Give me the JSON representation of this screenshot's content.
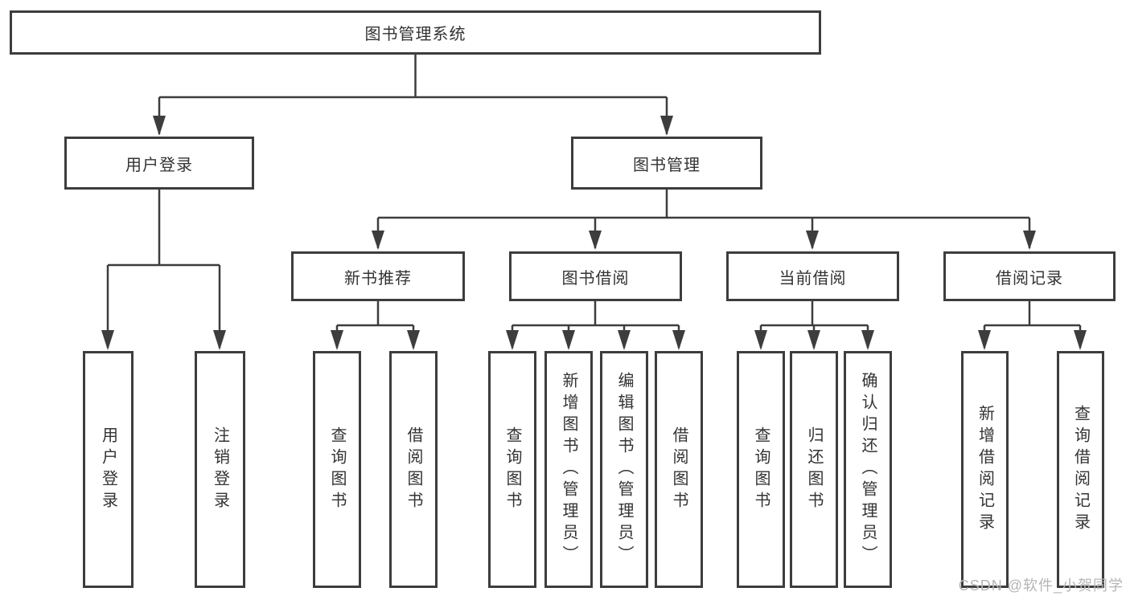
{
  "diagram": {
    "root": {
      "label": "图书管理系统"
    },
    "level2": [
      {
        "label": "用户登录"
      },
      {
        "label": "图书管理"
      }
    ],
    "level3": [
      {
        "label": "新书推荐"
      },
      {
        "label": "图书借阅"
      },
      {
        "label": "当前借阅"
      },
      {
        "label": "借阅记录"
      }
    ],
    "leaves": {
      "user_login": [
        "用户登录",
        "注销登录"
      ],
      "new_books": [
        "查询图书",
        "借阅图书"
      ],
      "book_borrow": [
        "查询图书",
        "新增图书（管理员）",
        "编辑图书（管理员）",
        "借阅图书"
      ],
      "current_borrow": [
        "查询图书",
        "归还图书",
        "确认归还（管理员）"
      ],
      "borrow_records": [
        "新增借阅记录",
        "查询借阅记录"
      ]
    }
  },
  "watermark": {
    "text": "CSDN @软件_小贺同学"
  },
  "colors": {
    "line": "#3d3d3d",
    "text": "#333333",
    "background": "#ffffff",
    "watermark": "#b5b5b5"
  }
}
